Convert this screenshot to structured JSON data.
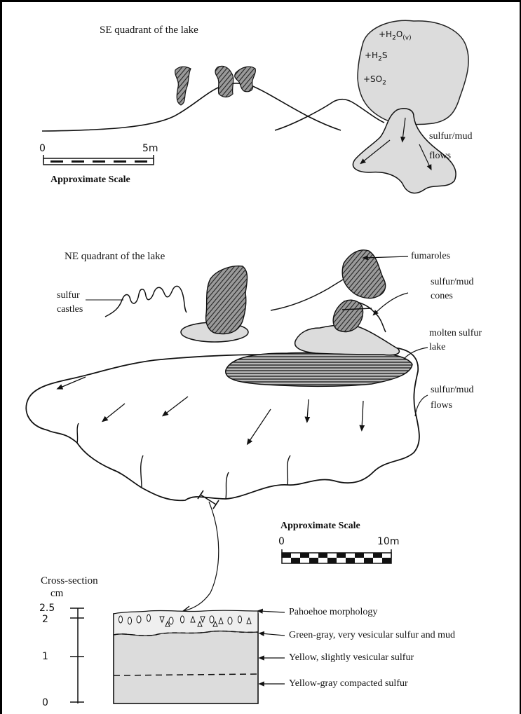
{
  "se": {
    "title": "SE quadrant of the lake",
    "gases": {
      "h2o_prefix": "+H",
      "h2o_sub": "2",
      "h2o_mid": "O",
      "h2o_state": "(v)",
      "h2s_prefix": "+H",
      "h2s_sub": "2",
      "h2s_suffix": "S",
      "so2_prefix": "+SO",
      "so2_sub": "2"
    },
    "flows_label_1": "sulfur/mud",
    "flows_label_2": "flows",
    "scale": {
      "start": "0",
      "end": "5m",
      "caption": "Approximate Scale"
    }
  },
  "ne": {
    "title": "NE quadrant of the lake",
    "castles_label_1": "sulfur",
    "castles_label_2": "castles",
    "fumaroles_label": "fumaroles",
    "cones_label_1": "sulfur/mud",
    "cones_label_2": "cones",
    "lake_label_1": "molten sulfur",
    "lake_label_2": "lake",
    "flows_label_1": "sulfur/mud",
    "flows_label_2": "flows",
    "scale": {
      "start": "0",
      "end": "10m",
      "caption": "Approximate Scale"
    }
  },
  "section": {
    "title": "Cross-section",
    "unit": "cm",
    "ticks": [
      "2.5",
      "2",
      "1",
      "0"
    ],
    "layers": [
      "Pahoehoe morphology",
      "Green-gray, very vesicular sulfur and mud",
      "Yellow, slightly vesicular sulfur",
      "Yellow-gray compacted sulfur"
    ]
  }
}
